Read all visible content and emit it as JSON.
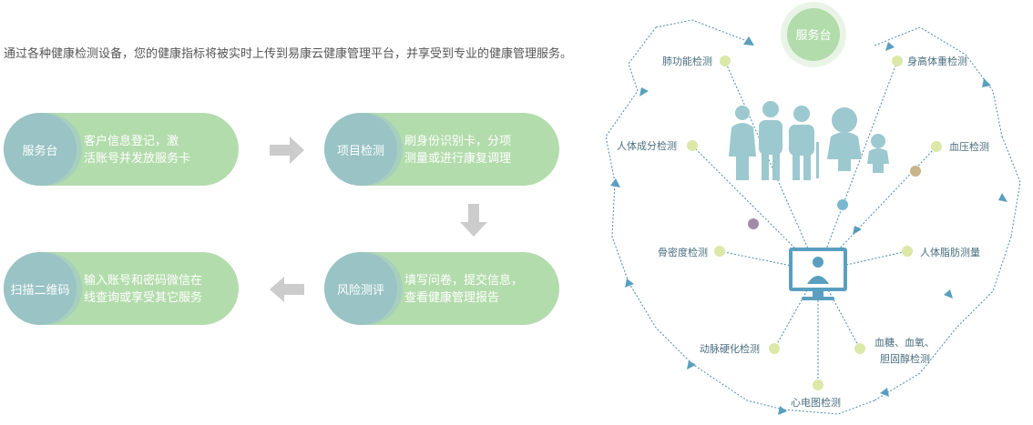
{
  "intro_text": "通过各种健康检测设备，您的健康指标将被实时上传到易康云健康管理平台，并享受到专业的健康管理服务。",
  "flow": {
    "steps": [
      {
        "badge": "服务台",
        "desc_line1": "客户信息登记，激",
        "desc_line2": "活账号并发放服务卡"
      },
      {
        "badge": "项目检测",
        "desc_line1": "刷身份识别卡，分项",
        "desc_line2": "测量或进行康复调理"
      },
      {
        "badge": "风险测评",
        "desc_line1": "填写问卷，提交信息，",
        "desc_line2": "查看健康管理报告"
      },
      {
        "badge": "扫描二维码",
        "desc_line1": "输入账号和密码微信在",
        "desc_line2": "线查询或享受其它服务"
      }
    ]
  },
  "service_desk": "服务台",
  "checks": {
    "lung": "肺功能检测",
    "height_weight": "身高体重检测",
    "body_composition": "人体成分检测",
    "blood_pressure": "血压检测",
    "bone_density": "骨密度检测",
    "body_fat": "人体脂肪测量",
    "arteriosclerosis": "动脉硬化检测",
    "blood_line1": "血糖、血氧、",
    "blood_line2": "胆固醇检测",
    "ecg": "心电图检测"
  },
  "colors": {
    "pill": "#b3dcac",
    "badge": "#99c3c4",
    "arrow": "#cccccc",
    "figure": "#9cc8cf",
    "line": "#4a8aa8",
    "dot": "#dbe8a8",
    "center_circle": "#b3dcac"
  }
}
